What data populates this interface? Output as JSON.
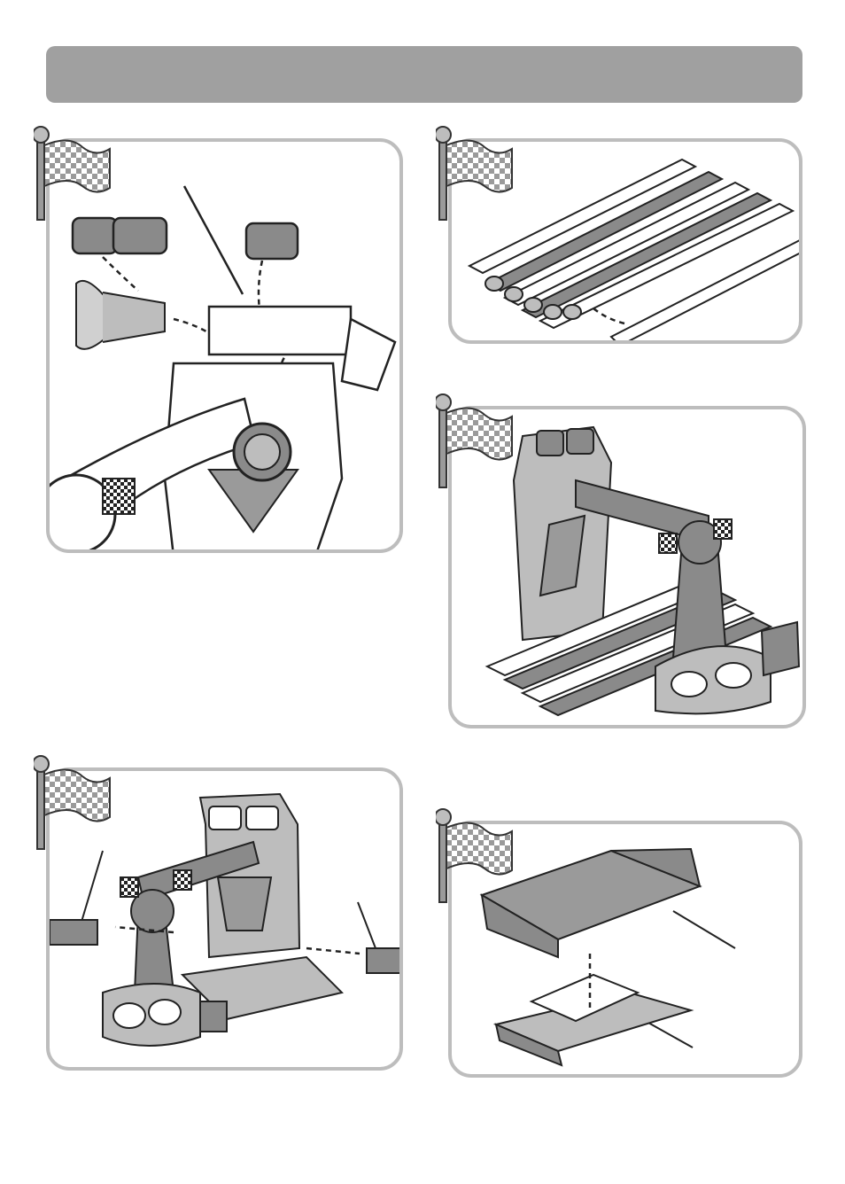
{
  "page": {
    "header_text": "",
    "background": "#ffffff",
    "header_color": "#a0a0a0",
    "panel_border_color": "#bdbdbd",
    "accent_gray": "#8a8a8a",
    "dark_gray": "#5a5a5a"
  },
  "steps": [
    {
      "name": "step-1-load-blocks",
      "icon": "checkered-flag-icon",
      "label": ""
    },
    {
      "name": "step-2-connect-track",
      "icon": "checkered-flag-icon",
      "label": ""
    },
    {
      "name": "step-3-assembled-set",
      "icon": "checkered-flag-icon",
      "label": ""
    },
    {
      "name": "step-4-side-connectors",
      "icon": "checkered-flag-icon",
      "label": ""
    },
    {
      "name": "step-5-mat-tray",
      "icon": "checkered-flag-icon",
      "label": ""
    }
  ]
}
